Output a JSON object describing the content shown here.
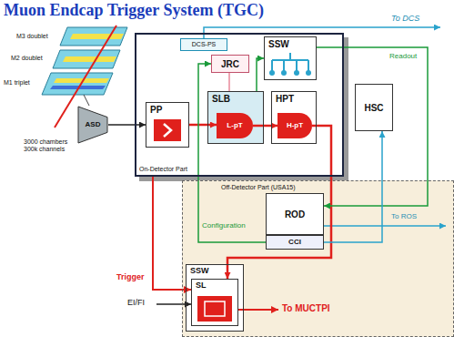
{
  "diagram": {
    "title": "Muon Endcap Trigger System (TGC)",
    "nodes": [
      {
        "text": [
          "ASD"
        ]
      },
      {
        "text": [
          "On-Detector Part"
        ]
      },
      {
        "text": [
          "DCS-PS"
        ],
        "in": 1
      },
      {
        "text": [
          "JRC"
        ],
        "in": 1
      },
      {
        "text": [
          "PP"
        ],
        "in": 1
      },
      {
        "text": [
          "SLB"
        ],
        "in": 1
      },
      {
        "text": [
          "L-pT"
        ],
        "in": 5
      },
      {
        "text": [
          "SSW"
        ],
        "in": 1
      },
      {
        "text": [
          "HPT"
        ],
        "in": 1
      },
      {
        "text": [
          "H-pT"
        ],
        "in": 8
      },
      {
        "text": [
          "HSC"
        ]
      },
      {
        "text": [
          "Off-Detector Part (USA15)"
        ]
      },
      {
        "text": [
          "ROD"
        ],
        "in": 11
      },
      {
        "text": [
          "CCI"
        ],
        "in": 11
      },
      {
        "text": [
          "SSW"
        ],
        "in": 11
      },
      {
        "text": [
          "SL"
        ],
        "in": 14
      }
    ],
    "edges": [
      {
        "from": 0,
        "to": 4,
        "arrow": "to"
      },
      {
        "from": 4,
        "to": 6,
        "arrow": "to"
      },
      {
        "from": 6,
        "to": 9,
        "arrow": "to"
      },
      {
        "from": 9,
        "to": 15,
        "arrow": "to"
      },
      {
        "from": 7,
        "to": 12,
        "arrow": "to"
      },
      {
        "from": 13,
        "to": 10,
        "arrow": "to"
      },
      {
        "from": 13,
        "to": 3,
        "arrow": "to"
      },
      {
        "from": 3,
        "to": 5,
        "arrow": "none"
      },
      {
        "from": 5,
        "to": 7,
        "arrow": "to"
      }
    ],
    "labels": [
      "M3 doublet",
      "M2 doublet",
      "M1 triplet",
      "3000 chambers 300k channels",
      "To DCS",
      "Readout",
      "To ROS",
      "Configuration",
      "Trigger",
      "EI/FI",
      "To MUCTPI"
    ]
  }
}
